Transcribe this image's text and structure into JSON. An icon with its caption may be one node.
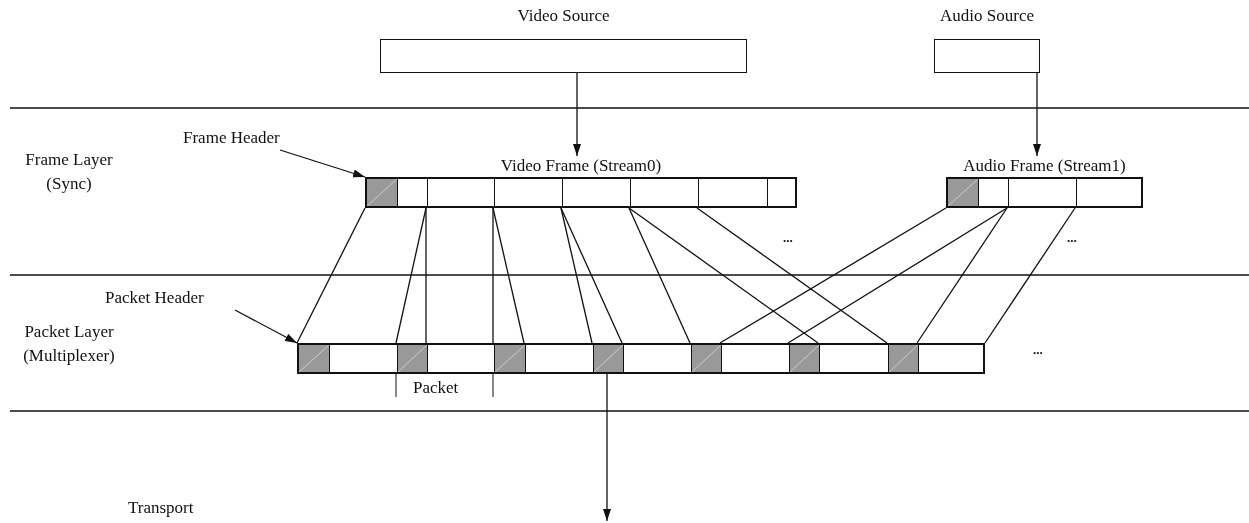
{
  "diagram": {
    "nodes": [
      {
        "text": [
          "Video Source"
        ]
      },
      {
        "text": [
          "Audio Source"
        ]
      },
      {
        "text": [
          "Frame Header"
        ]
      },
      {
        "text": [
          "Video Frame (Stream0)"
        ]
      },
      {
        "text": [
          "Audio Frame (Stream1)"
        ]
      },
      {
        "text": [
          "Packet Header"
        ]
      },
      {
        "text": [],
        "shape": "bar"
      }
    ],
    "edges": [
      {
        "from": 0,
        "to": 3,
        "arrow": "to"
      },
      {
        "from": 1,
        "to": 4,
        "arrow": "to"
      },
      {
        "from": 2,
        "to": 3,
        "arrow": "to"
      },
      {
        "from": 5,
        "to": 6,
        "arrow": "to"
      },
      {
        "from": 3,
        "to": 6,
        "arrow": "none"
      },
      {
        "from": 3,
        "to": 6,
        "arrow": "none"
      },
      {
        "from": 3,
        "to": 6,
        "arrow": "none"
      },
      {
        "from": 3,
        "to": 6,
        "arrow": "none"
      },
      {
        "from": 3,
        "to": 6,
        "arrow": "none"
      },
      {
        "from": 3,
        "to": 6,
        "arrow": "none"
      },
      {
        "from": 3,
        "to": 6,
        "arrow": "none"
      },
      {
        "from": 3,
        "to": 6,
        "arrow": "none"
      },
      {
        "from": 3,
        "to": 6,
        "arrow": "none"
      },
      {
        "from": 3,
        "to": 6,
        "arrow": "none"
      },
      {
        "from": 4,
        "to": 6,
        "arrow": "none"
      },
      {
        "from": 4,
        "to": 6,
        "arrow": "none"
      },
      {
        "from": 4,
        "to": 6,
        "arrow": "none"
      },
      {
        "from": 4,
        "to": 6,
        "arrow": "none"
      },
      {
        "from": 6,
        "to": null,
        "arrow": "to"
      }
    ],
    "labels": [
      "Frame Layer (Sync)",
      "...",
      "...",
      "Packet Layer (Multiplexer)",
      "...",
      "Packet",
      "Transport"
    ]
  }
}
